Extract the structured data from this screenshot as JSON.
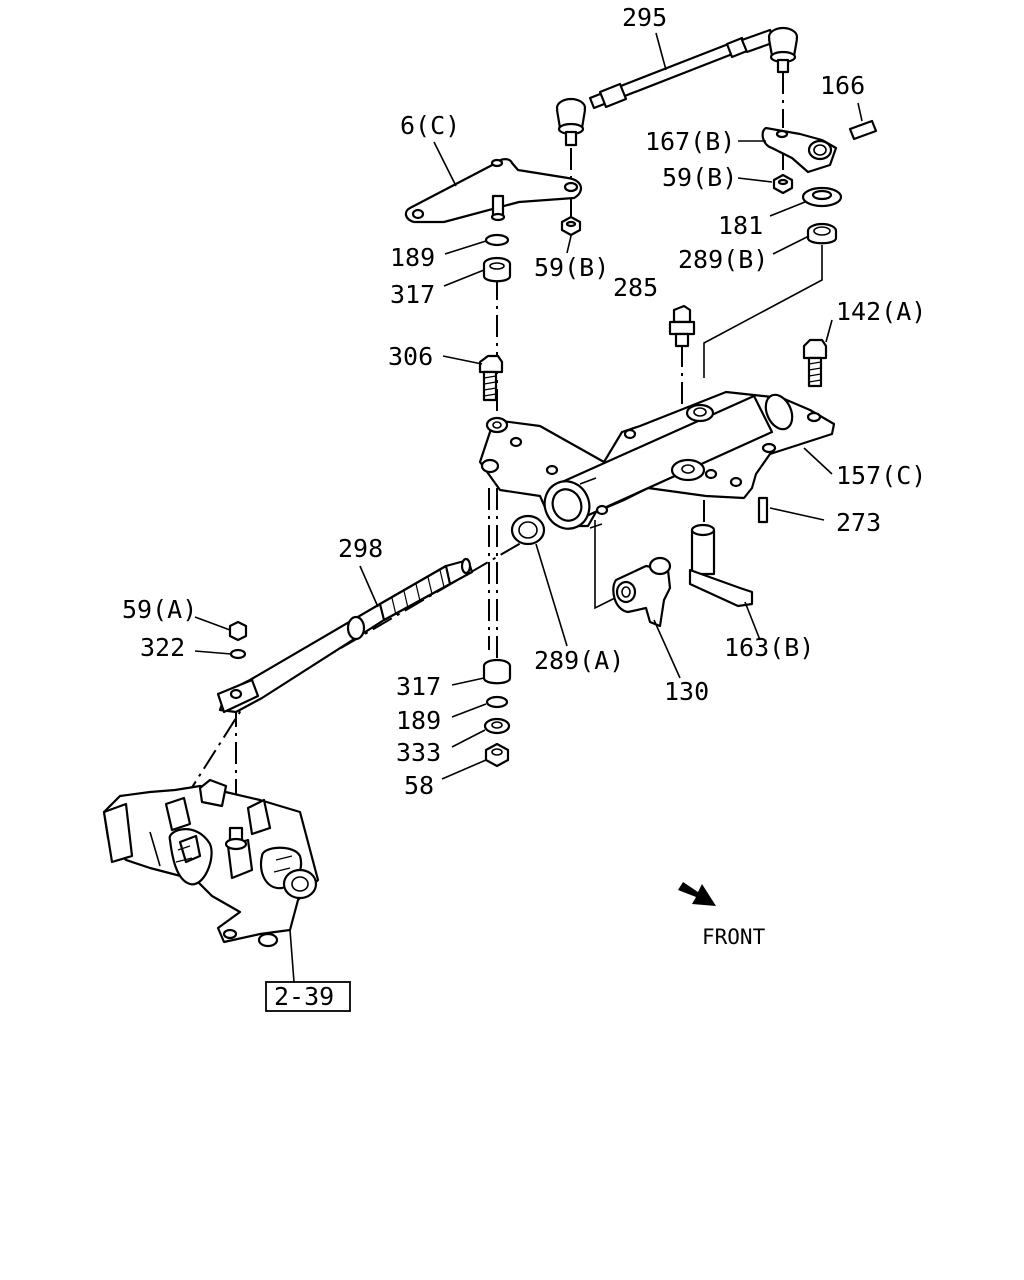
{
  "callouts": {
    "c295": "295",
    "c166": "166",
    "c6c": "6(C)",
    "c167b": "167(B)",
    "c59b_right": "59(B)",
    "c181": "181",
    "c289b": "289(B)",
    "c189_top": "189",
    "c59b_left": "59(B)",
    "c317_top": "317",
    "c285": "285",
    "c142a": "142(A)",
    "c306": "306",
    "c157c": "157(C)",
    "c273": "273",
    "c298": "298",
    "c59a": "59(A)",
    "c322": "322",
    "c289a": "289(A)",
    "c163b": "163(B)",
    "c317_bottom": "317",
    "c130": "130",
    "c189_bottom": "189",
    "c333": "333",
    "c58": "58"
  },
  "reference_box": "2-39",
  "direction_label": "FRONT",
  "icons": {
    "front_arrow": "arrow-right-down-icon"
  }
}
